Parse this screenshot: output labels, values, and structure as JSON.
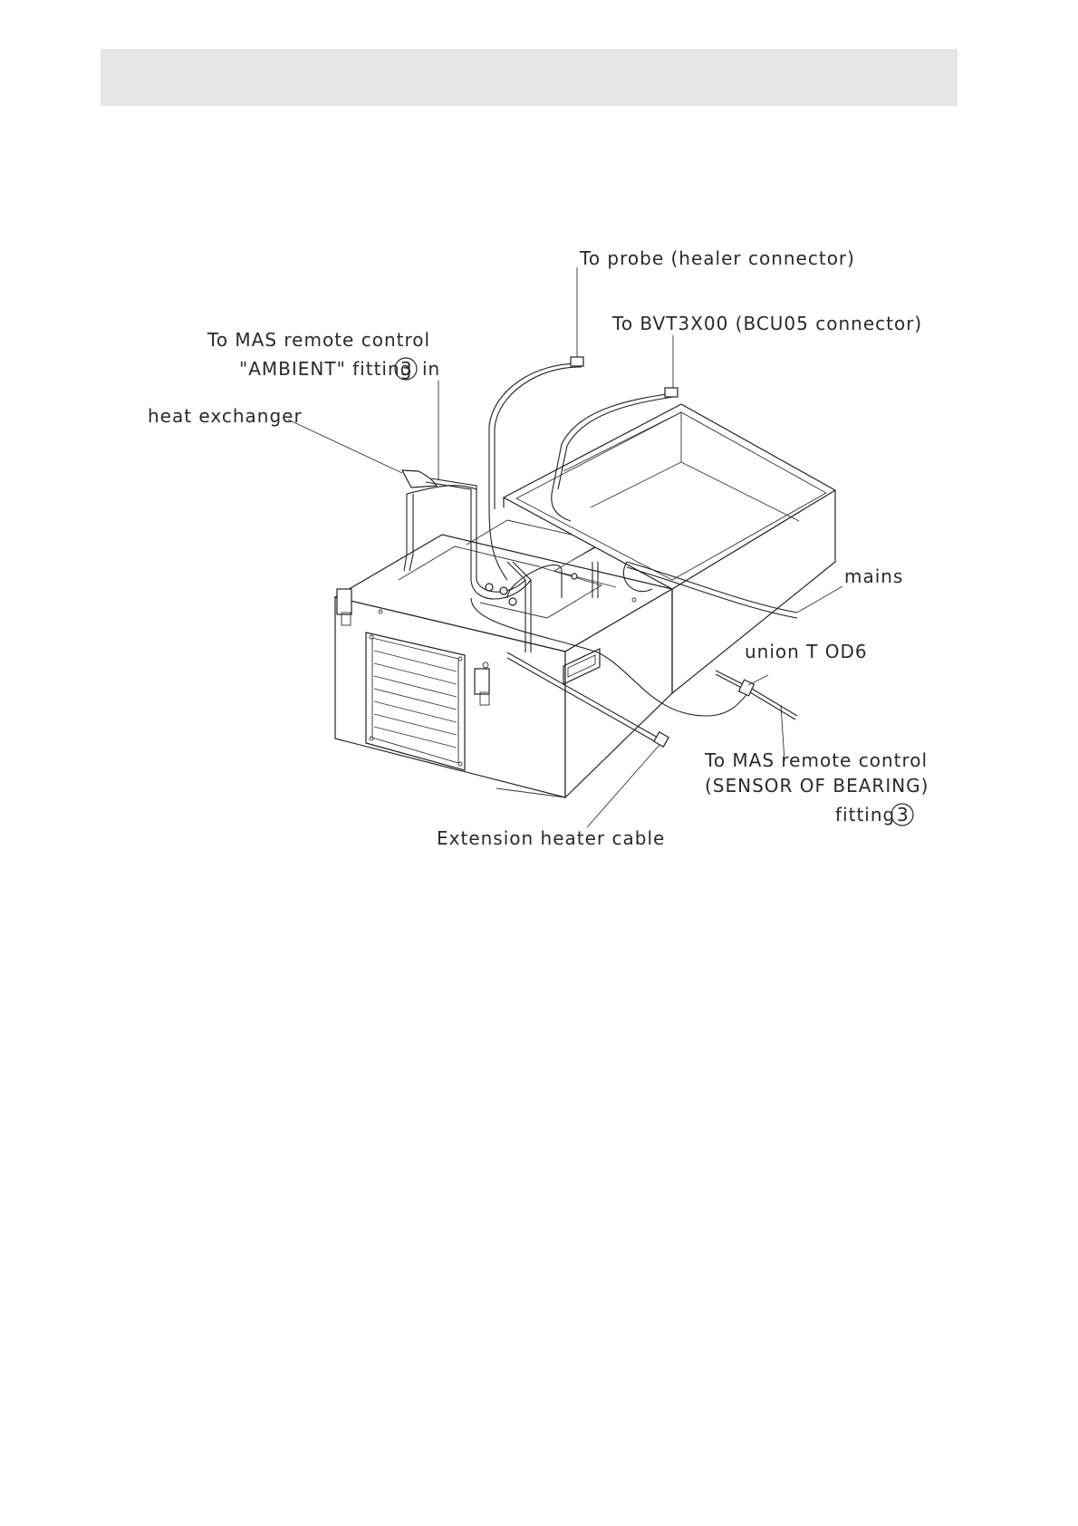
{
  "labels": {
    "probe": "To probe (healer connector)",
    "bvt": "To BVT3X00 (BCU05 connector)",
    "mas_ambient_line1": "To MAS remote control",
    "mas_ambient_line2": "\"AMBIENT\" fitting",
    "mas_ambient_circled": "3",
    "mas_ambient_suffix": "in",
    "heat_exchanger": "heat exchanger",
    "mains": "mains",
    "union": "union T OD6",
    "mas_bearing_line1": "To MAS remote control",
    "mas_bearing_line2": "(SENSOR OF BEARING)",
    "mas_bearing_line3": "fitting",
    "mas_bearing_circled": "3",
    "extension": "Extension heater cable"
  },
  "header": {
    "band_color": "#e6e6e6"
  }
}
